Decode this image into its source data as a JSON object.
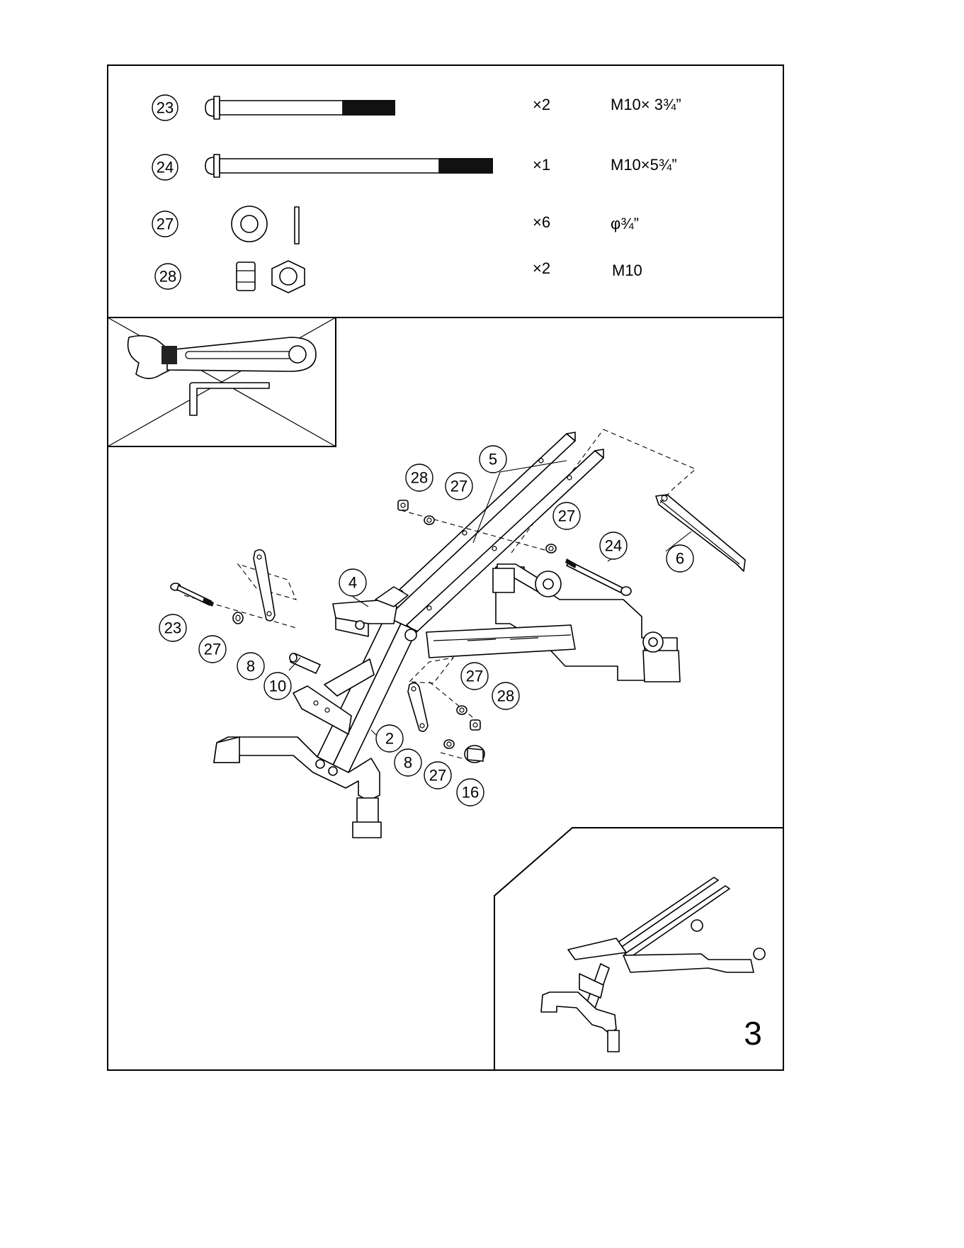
{
  "hardware": [
    {
      "part_no": "23",
      "qty": "×2",
      "size": "M10× 3¾”",
      "icon": "bolt-short-icon"
    },
    {
      "part_no": "24",
      "qty": "×1",
      "size": "M10×5¾”",
      "icon": "bolt-long-icon"
    },
    {
      "part_no": "27",
      "qty": "×6",
      "size": "φ¾”",
      "icon": "washer-icon"
    },
    {
      "part_no": "28",
      "qty": "×2",
      "size": "M10",
      "icon": "nut-icon"
    }
  ],
  "tools": [
    "adjustable-wrench-icon",
    "allen-key-icon"
  ],
  "callouts": {
    "c28a": "28",
    "c27a": "27",
    "c5": "5",
    "c27b": "27",
    "c24": "24",
    "c6": "6",
    "c4": "4",
    "c23": "23",
    "c27c": "27",
    "c8a": "8",
    "c10": "10",
    "c27d": "27",
    "c28b": "28",
    "c2": "2",
    "c8b": "8",
    "c27e": "27",
    "c16": "16"
  },
  "step_number": "3"
}
